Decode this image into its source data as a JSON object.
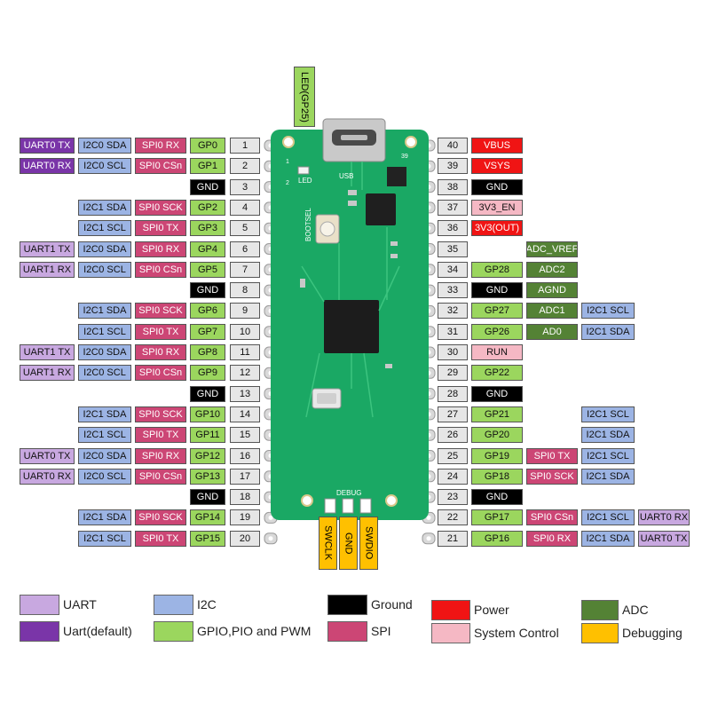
{
  "colors": {
    "uart": "#C8A8E0",
    "uart_default": "#7A35A8",
    "i2c": "#9CB4E4",
    "gpio": "#9BD65E",
    "ground": "#000000",
    "spi": "#CC4675",
    "power": "#F01414",
    "system": "#F5B8C4",
    "adc": "#548235",
    "debug": "#FFC000",
    "number": "#E6E6E6",
    "board": "#1AA864"
  },
  "led_label": "LED(GP25)",
  "board_text": {
    "usb": "USB",
    "led": "LED",
    "bootsel": "BOOTSEL",
    "debug": "DEBUG",
    "pin1": "1",
    "pin2": "2",
    "pin39": "39"
  },
  "debug_pins": [
    "SWCLK",
    "GND",
    "SWDIO"
  ],
  "left_pins": [
    {
      "num": "1",
      "cells": [
        {
          "t": "UART0 TX",
          "c": "uart_default"
        },
        {
          "t": "I2C0 SDA",
          "c": "i2c"
        },
        {
          "t": "SPI0 RX",
          "c": "spi"
        },
        {
          "t": "GP0",
          "c": "gpio"
        }
      ]
    },
    {
      "num": "2",
      "cells": [
        {
          "t": "UART0 RX",
          "c": "uart_default"
        },
        {
          "t": "I2C0 SCL",
          "c": "i2c"
        },
        {
          "t": "SPI0 CSn",
          "c": "spi"
        },
        {
          "t": "GP1",
          "c": "gpio"
        }
      ]
    },
    {
      "num": "3",
      "cells": [
        null,
        null,
        null,
        {
          "t": "GND",
          "c": "ground"
        }
      ]
    },
    {
      "num": "4",
      "cells": [
        null,
        {
          "t": "I2C1 SDA",
          "c": "i2c"
        },
        {
          "t": "SPI0 SCK",
          "c": "spi"
        },
        {
          "t": "GP2",
          "c": "gpio"
        }
      ]
    },
    {
      "num": "5",
      "cells": [
        null,
        {
          "t": "I2C1 SCL",
          "c": "i2c"
        },
        {
          "t": "SPI0 TX",
          "c": "spi"
        },
        {
          "t": "GP3",
          "c": "gpio"
        }
      ]
    },
    {
      "num": "6",
      "cells": [
        {
          "t": "UART1 TX",
          "c": "uart"
        },
        {
          "t": "I2C0 SDA",
          "c": "i2c"
        },
        {
          "t": "SPI0 RX",
          "c": "spi"
        },
        {
          "t": "GP4",
          "c": "gpio"
        }
      ]
    },
    {
      "num": "7",
      "cells": [
        {
          "t": "UART1 RX",
          "c": "uart"
        },
        {
          "t": "I2C0 SCL",
          "c": "i2c"
        },
        {
          "t": "SPI0 CSn",
          "c": "spi"
        },
        {
          "t": "GP5",
          "c": "gpio"
        }
      ]
    },
    {
      "num": "8",
      "cells": [
        null,
        null,
        null,
        {
          "t": "GND",
          "c": "ground"
        }
      ]
    },
    {
      "num": "9",
      "cells": [
        null,
        {
          "t": "I2C1 SDA",
          "c": "i2c"
        },
        {
          "t": "SPI0 SCK",
          "c": "spi"
        },
        {
          "t": "GP6",
          "c": "gpio"
        }
      ]
    },
    {
      "num": "10",
      "cells": [
        null,
        {
          "t": "I2C1 SCL",
          "c": "i2c"
        },
        {
          "t": "SPI0 TX",
          "c": "spi"
        },
        {
          "t": "GP7",
          "c": "gpio"
        }
      ]
    },
    {
      "num": "11",
      "cells": [
        {
          "t": "UART1 TX",
          "c": "uart"
        },
        {
          "t": "I2C0 SDA",
          "c": "i2c"
        },
        {
          "t": "SPI0 RX",
          "c": "spi"
        },
        {
          "t": "GP8",
          "c": "gpio"
        }
      ]
    },
    {
      "num": "12",
      "cells": [
        {
          "t": "UART1 RX",
          "c": "uart"
        },
        {
          "t": "I2C0 SCL",
          "c": "i2c"
        },
        {
          "t": "SPI0 CSn",
          "c": "spi"
        },
        {
          "t": "GP9",
          "c": "gpio"
        }
      ]
    },
    {
      "num": "13",
      "cells": [
        null,
        null,
        null,
        {
          "t": "GND",
          "c": "ground"
        }
      ]
    },
    {
      "num": "14",
      "cells": [
        null,
        {
          "t": "I2C1 SDA",
          "c": "i2c"
        },
        {
          "t": "SPI0 SCK",
          "c": "spi"
        },
        {
          "t": "GP10",
          "c": "gpio"
        }
      ]
    },
    {
      "num": "15",
      "cells": [
        null,
        {
          "t": "I2C1 SCL",
          "c": "i2c"
        },
        {
          "t": "SPI0 TX",
          "c": "spi"
        },
        {
          "t": "GP11",
          "c": "gpio"
        }
      ]
    },
    {
      "num": "16",
      "cells": [
        {
          "t": "UART0 TX",
          "c": "uart"
        },
        {
          "t": "I2C0 SDA",
          "c": "i2c"
        },
        {
          "t": "SPI0 RX",
          "c": "spi"
        },
        {
          "t": "GP12",
          "c": "gpio"
        }
      ]
    },
    {
      "num": "17",
      "cells": [
        {
          "t": "UART0 RX",
          "c": "uart"
        },
        {
          "t": "I2C0 SCL",
          "c": "i2c"
        },
        {
          "t": "SPI0 CSn",
          "c": "spi"
        },
        {
          "t": "GP13",
          "c": "gpio"
        }
      ]
    },
    {
      "num": "18",
      "cells": [
        null,
        null,
        null,
        {
          "t": "GND",
          "c": "ground"
        }
      ]
    },
    {
      "num": "19",
      "cells": [
        null,
        {
          "t": "I2C1 SDA",
          "c": "i2c"
        },
        {
          "t": "SPI0 SCK",
          "c": "spi"
        },
        {
          "t": "GP14",
          "c": "gpio"
        }
      ]
    },
    {
      "num": "20",
      "cells": [
        null,
        {
          "t": "I2C1 SCL",
          "c": "i2c"
        },
        {
          "t": "SPI0 TX",
          "c": "spi"
        },
        {
          "t": "GP15",
          "c": "gpio"
        }
      ]
    }
  ],
  "right_pins": [
    {
      "num": "40",
      "cells": [
        {
          "t": "VBUS",
          "c": "power"
        },
        null,
        null,
        null
      ]
    },
    {
      "num": "39",
      "cells": [
        {
          "t": "VSYS",
          "c": "power"
        },
        null,
        null,
        null
      ]
    },
    {
      "num": "38",
      "cells": [
        {
          "t": "GND",
          "c": "ground"
        },
        null,
        null,
        null
      ]
    },
    {
      "num": "37",
      "cells": [
        {
          "t": "3V3_EN",
          "c": "system"
        },
        null,
        null,
        null
      ]
    },
    {
      "num": "36",
      "cells": [
        {
          "t": "3V3(OUT)",
          "c": "power"
        },
        null,
        null,
        null
      ]
    },
    {
      "num": "35",
      "cells": [
        null,
        {
          "t": "ADC_VREF",
          "c": "adc"
        },
        null,
        null
      ]
    },
    {
      "num": "34",
      "cells": [
        {
          "t": "GP28",
          "c": "gpio"
        },
        {
          "t": "ADC2",
          "c": "adc"
        },
        null,
        null
      ]
    },
    {
      "num": "33",
      "cells": [
        {
          "t": "GND",
          "c": "ground"
        },
        {
          "t": "AGND",
          "c": "adc"
        },
        null,
        null
      ]
    },
    {
      "num": "32",
      "cells": [
        {
          "t": "GP27",
          "c": "gpio"
        },
        {
          "t": "ADC1",
          "c": "adc"
        },
        {
          "t": "I2C1 SCL",
          "c": "i2c"
        },
        null
      ]
    },
    {
      "num": "31",
      "cells": [
        {
          "t": "GP26",
          "c": "gpio"
        },
        {
          "t": "AD0",
          "c": "adc"
        },
        {
          "t": "I2C1 SDA",
          "c": "i2c"
        },
        null
      ]
    },
    {
      "num": "30",
      "cells": [
        {
          "t": "RUN",
          "c": "system"
        },
        null,
        null,
        null
      ]
    },
    {
      "num": "29",
      "cells": [
        {
          "t": "GP22",
          "c": "gpio"
        },
        null,
        null,
        null
      ]
    },
    {
      "num": "28",
      "cells": [
        {
          "t": "GND",
          "c": "ground"
        },
        null,
        null,
        null
      ]
    },
    {
      "num": "27",
      "cells": [
        {
          "t": "GP21",
          "c": "gpio"
        },
        null,
        {
          "t": "I2C1 SCL",
          "c": "i2c"
        },
        null
      ]
    },
    {
      "num": "26",
      "cells": [
        {
          "t": "GP20",
          "c": "gpio"
        },
        null,
        {
          "t": "I2C1 SDA",
          "c": "i2c"
        },
        null
      ]
    },
    {
      "num": "25",
      "cells": [
        {
          "t": "GP19",
          "c": "gpio"
        },
        {
          "t": "SPI0 TX",
          "c": "spi"
        },
        {
          "t": "I2C1 SCL",
          "c": "i2c"
        },
        null
      ]
    },
    {
      "num": "24",
      "cells": [
        {
          "t": "GP18",
          "c": "gpio"
        },
        {
          "t": "SPI0 SCK",
          "c": "spi"
        },
        {
          "t": "I2C1 SDA",
          "c": "i2c"
        },
        null
      ]
    },
    {
      "num": "23",
      "cells": [
        {
          "t": "GND",
          "c": "ground"
        },
        null,
        null,
        null
      ]
    },
    {
      "num": "22",
      "cells": [
        {
          "t": "GP17",
          "c": "gpio"
        },
        {
          "t": "SPI0 CSn",
          "c": "spi"
        },
        {
          "t": "I2C1 SCL",
          "c": "i2c"
        },
        {
          "t": "UART0 RX",
          "c": "uart"
        }
      ]
    },
    {
      "num": "21",
      "cells": [
        {
          "t": "GP16",
          "c": "gpio"
        },
        {
          "t": "SPI0 RX",
          "c": "spi"
        },
        {
          "t": "I2C1 SDA",
          "c": "i2c"
        },
        {
          "t": "UART0 TX",
          "c": "uart"
        }
      ]
    }
  ],
  "legend": [
    {
      "label": "UART",
      "c": "uart"
    },
    {
      "label": "Uart(default)",
      "c": "uart_default"
    },
    {
      "label": "I2C",
      "c": "i2c"
    },
    {
      "label": "GPIO,PIO and PWM",
      "c": "gpio"
    },
    {
      "label": "Ground",
      "c": "ground"
    },
    {
      "label": "SPI",
      "c": "spi"
    },
    {
      "label": "Power",
      "c": "power"
    },
    {
      "label": "System Control",
      "c": "system"
    },
    {
      "label": "ADC",
      "c": "adc"
    },
    {
      "label": "Debugging",
      "c": "debug"
    }
  ]
}
